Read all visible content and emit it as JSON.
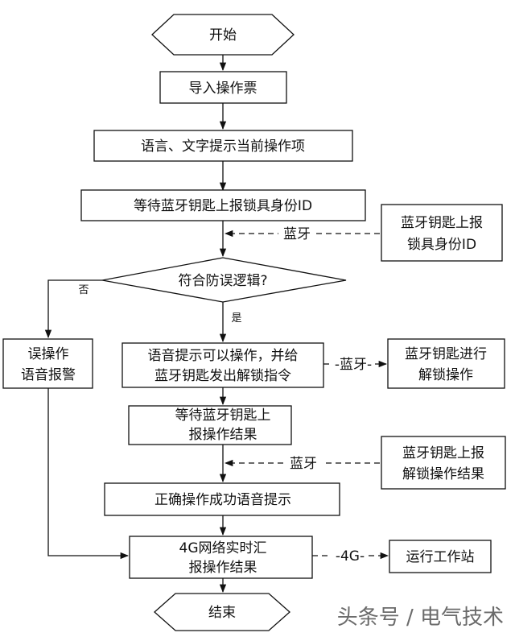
{
  "nodes": {
    "start": "开始",
    "import": "导入操作票",
    "prompt": "语言、文字提示当前操作项",
    "wait_id": "等待蓝牙钥匙上报锁具身份ID",
    "bt_report_id": [
      "蓝牙钥匙上报",
      "锁具身份ID"
    ],
    "decision": "符合防误逻辑?",
    "error_alarm": [
      "误操作",
      "语音报警"
    ],
    "voice_unlock": [
      "语音提示可以操作，并给",
      "蓝牙钥匙发出解锁指令"
    ],
    "bt_unlock": [
      "蓝牙钥匙进行",
      "解锁操作"
    ],
    "wait_result": [
      "等待蓝牙钥匙上",
      "报操作结果"
    ],
    "bt_report_result": [
      "蓝牙钥匙上报",
      "解锁操作结果"
    ],
    "success_voice": "正确操作成功语音提示",
    "report_4g": [
      "4G网络实时汇",
      "报操作结果"
    ],
    "workstation": "运行工作站",
    "end": "结束"
  },
  "edge_labels": {
    "bt1": "蓝牙",
    "bt2": "-蓝牙-",
    "bt3": "蓝牙",
    "no": "否",
    "yes": "是",
    "g4": "-4G-"
  },
  "watermark": "头条号 / 电气技术"
}
